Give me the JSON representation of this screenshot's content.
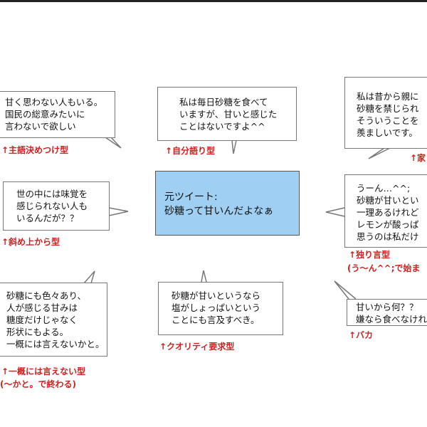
{
  "center": {
    "lines": [
      "元ツイート:",
      "砂糖って甘いんだよなぁ"
    ],
    "color": "#9fd0f3"
  },
  "bubbles": [
    {
      "id": "top-left",
      "lines": [
        "甘く思わない人もいる。",
        "国民の総意みたいに",
        "言わないで欲しい"
      ],
      "labels": [
        "↑主語決めつけ型"
      ]
    },
    {
      "id": "top-middle",
      "lines": [
        "私は毎日砂糖を食べて",
        "いますが、甘いと感じた",
        "ことはないですよ^^"
      ],
      "labels": [
        "↑自分語り型"
      ]
    },
    {
      "id": "top-right",
      "lines": [
        "私は昔から親に",
        "砂糖を禁じられ",
        "そういうことを",
        "羨ましいです。"
      ],
      "labels": [
        "↑家"
      ]
    },
    {
      "id": "middle-left",
      "lines": [
        "世の中には味覚を",
        "感じられない人も",
        "いるんだが？？"
      ],
      "labels": [
        "↑斜め上から型"
      ]
    },
    {
      "id": "middle-right",
      "lines": [
        "うーん…^^;",
        "砂糖が甘いとい",
        "一理あるけれど",
        "レモンが酸っぱ",
        "思うのは私だけ"
      ],
      "labels": [
        "↑独り言型",
        "(う〜ん^^;で始ま"
      ]
    },
    {
      "id": "bottom-left",
      "lines": [
        "砂糖にも色々あり、",
        "人が感じる甘みは",
        "糖度だけじゃなく",
        "形状にもよる。",
        "一概には言えないかと。"
      ],
      "labels": [
        "↑一概には言えない型",
        "(〜かと。で終わる)"
      ]
    },
    {
      "id": "bottom-middle",
      "lines": [
        "砂糖が甘いというなら",
        "塩がしょっぱいという",
        "ことにも言及すべき。"
      ],
      "labels": [
        "↑クオリティ要求型"
      ]
    },
    {
      "id": "bottom-right",
      "lines": [
        "甘いから何？？",
        "嫌なら食べなけれ"
      ],
      "labels": [
        "↑バカ"
      ]
    }
  ],
  "colors": {
    "label": "#d02020",
    "border": "#777777"
  }
}
